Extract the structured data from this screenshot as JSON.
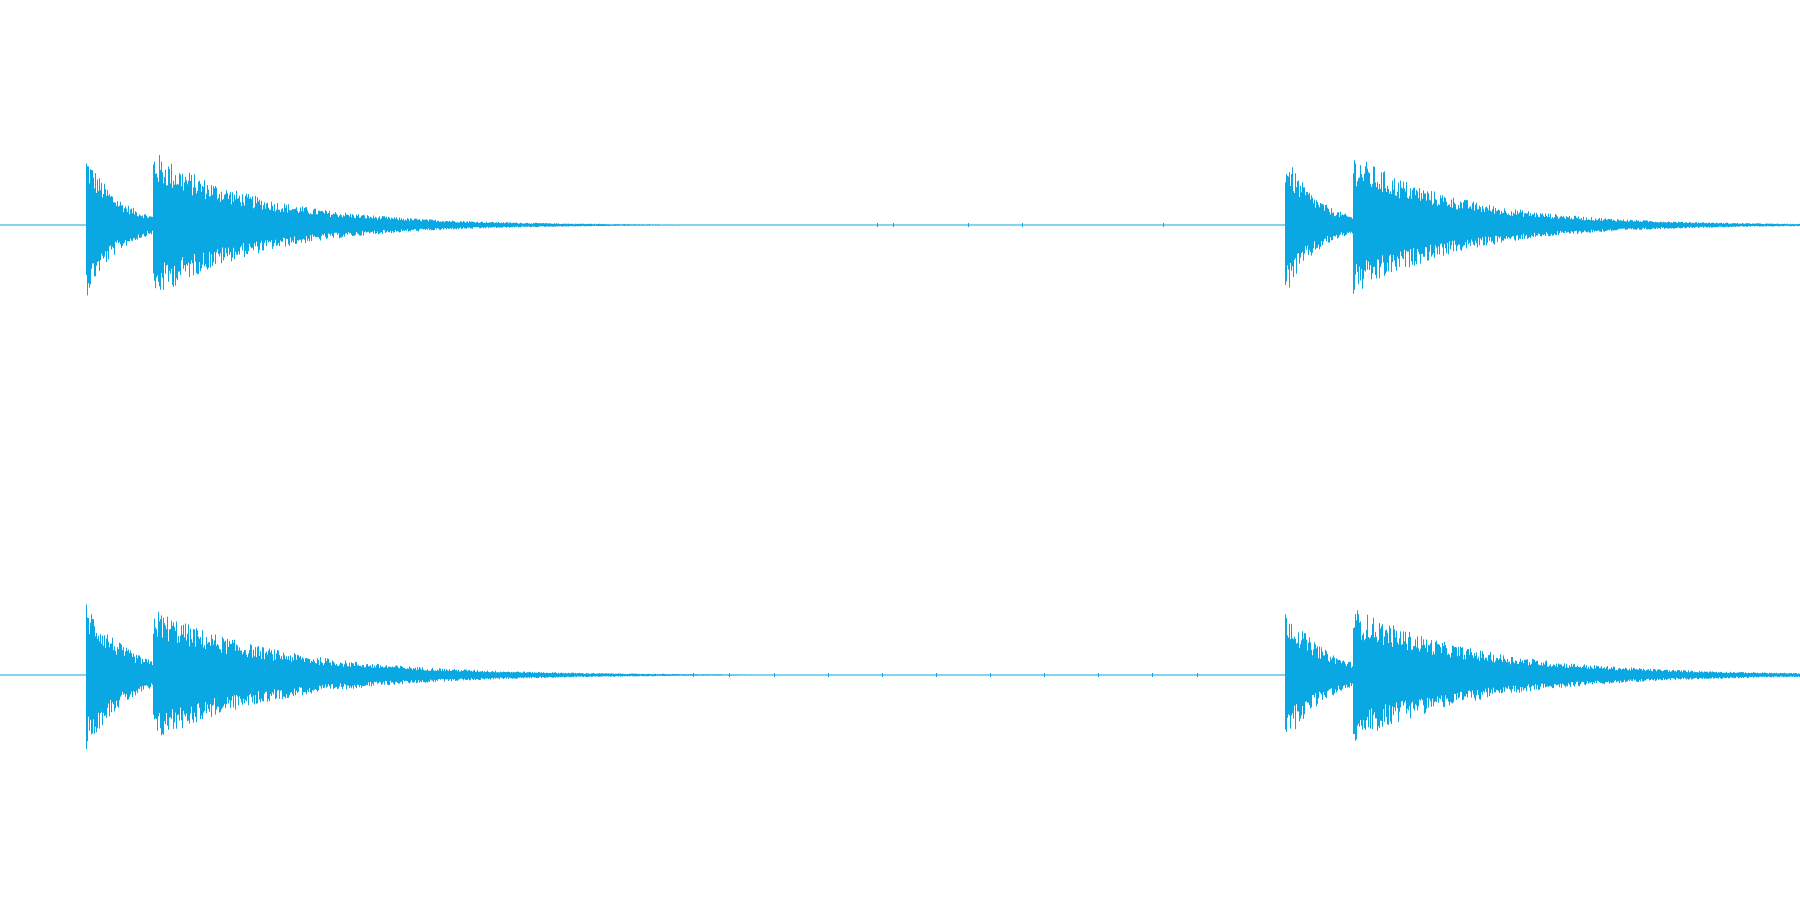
{
  "waveform": {
    "color": "#0aa8e3",
    "background": "#ffffff",
    "channel_count": 2,
    "channels": [
      {
        "name": "channel-top",
        "transients": [
          {
            "onset": 0.0475,
            "peak": 0.97,
            "decay": 0.018,
            "floor": 0.1
          },
          {
            "onset": 0.085,
            "peak": 1.0,
            "decay": 0.06,
            "floor": 0.02
          },
          {
            "onset": 0.714,
            "peak": 0.96,
            "decay": 0.018,
            "floor": 0.09
          },
          {
            "onset": 0.7515,
            "peak": 0.96,
            "decay": 0.06,
            "floor": 0.02
          }
        ],
        "sparse_ticks": [
          0.238,
          0.487,
          0.496,
          0.538,
          0.568,
          0.646,
          0.88
        ]
      },
      {
        "name": "channel-bottom",
        "transients": [
          {
            "onset": 0.0475,
            "peak": 1.0,
            "decay": 0.022,
            "floor": 0.14
          },
          {
            "onset": 0.085,
            "peak": 0.9,
            "decay": 0.07,
            "floor": 0.03
          },
          {
            "onset": 0.714,
            "peak": 0.93,
            "decay": 0.022,
            "floor": 0.12
          },
          {
            "onset": 0.7515,
            "peak": 0.91,
            "decay": 0.07,
            "floor": 0.03
          }
        ],
        "sparse_ticks": [
          0.252,
          0.385,
          0.405,
          0.43,
          0.46,
          0.49,
          0.52,
          0.55,
          0.58,
          0.61,
          0.64,
          0.665,
          0.89
        ]
      }
    ]
  }
}
